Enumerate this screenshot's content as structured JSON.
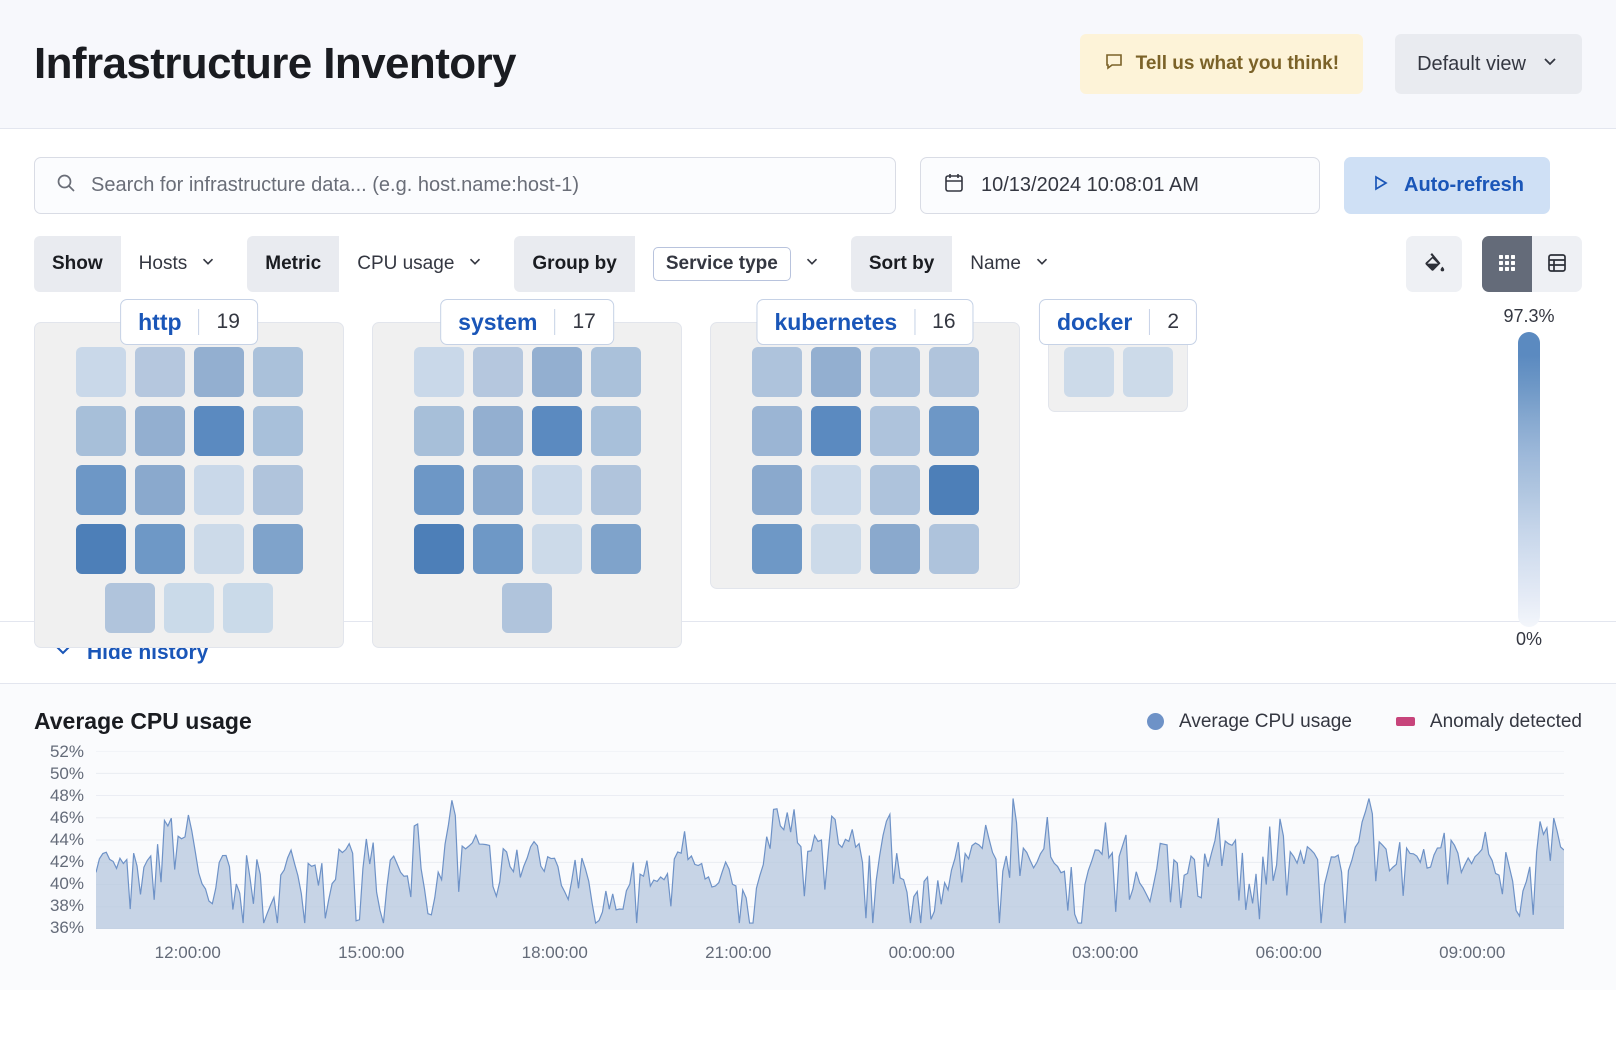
{
  "header": {
    "title": "Infrastructure Inventory",
    "feedback_label": "Tell us what you think!",
    "view_label": "Default view"
  },
  "search": {
    "placeholder": "Search for infrastructure data... (e.g. host.name:host-1)",
    "date_value": "10/13/2024 10:08:01 AM",
    "refresh_label": "Auto-refresh"
  },
  "filters": [
    {
      "label": "Show",
      "value": "Hosts",
      "boxed": false
    },
    {
      "label": "Metric",
      "value": "CPU usage",
      "boxed": false
    },
    {
      "label": "Group by",
      "value": "Service type",
      "boxed": true
    },
    {
      "label": "Sort by",
      "value": "Name",
      "boxed": false
    }
  ],
  "waffle": {
    "legend_max": "97.3%",
    "legend_min": "0%",
    "groups": [
      {
        "name": "http",
        "count": "19",
        "cells": [
          "#c9d8e9",
          "#b5c7de",
          "#93afd0",
          "#aac1da",
          "#a7bfd9",
          "#93afd0",
          "#5b8ac0",
          "#a8c0da",
          "#6d97c6",
          "#8aa9cd",
          "#c9d8e9",
          "#b0c4dc",
          "#4d7fb8",
          "#6e98c6",
          "#ccdae9",
          "#7fa3cb",
          "#b0c4dc",
          "#cadae9",
          "#cadae9"
        ]
      },
      {
        "name": "system",
        "count": "17",
        "cells": [
          "#c9d8e9",
          "#b5c7de",
          "#93afd0",
          "#aac1da",
          "#a7bfd9",
          "#93afd0",
          "#5b8ac0",
          "#a8c0da",
          "#6d97c6",
          "#8aa9cd",
          "#c9d8e9",
          "#b0c4dc",
          "#4d7fb8",
          "#6e98c6",
          "#ccdae9",
          "#7fa3cb",
          "#b0c4dc"
        ]
      },
      {
        "name": "kubernetes",
        "count": "16",
        "cells": [
          "#aec3dc",
          "#93afd0",
          "#aec3dc",
          "#b0c4dc",
          "#9bb5d4",
          "#5b8ac0",
          "#aec3dc",
          "#6d97c6",
          "#8aa9cd",
          "#c9d8e9",
          "#aec3dc",
          "#4d7fb8",
          "#6e98c6",
          "#ccdae9",
          "#8aa9cd",
          "#aec3dc"
        ]
      },
      {
        "name": "docker",
        "count": "2",
        "cells": [
          "#ccdae9",
          "#ccdae9"
        ]
      }
    ]
  },
  "history": {
    "toggle_label": "Hide history"
  },
  "chart_data": {
    "type": "area",
    "title": "Average CPU usage",
    "xlabel": "",
    "ylabel": "",
    "grid": true,
    "legend_position": "top-right",
    "legend": [
      {
        "name": "Average CPU usage",
        "color": "#6e92c7",
        "marker": "dot"
      },
      {
        "name": "Anomaly detected",
        "color": "#c7447b",
        "marker": "square"
      }
    ],
    "ytick_labels": [
      "52%",
      "50%",
      "48%",
      "46%",
      "44%",
      "42%",
      "40%",
      "38%",
      "36%"
    ],
    "ylim": [
      35,
      53
    ],
    "xtick_labels": [
      "12:00:00",
      "15:00:00",
      "18:00:00",
      "21:00:00",
      "00:00:00",
      "03:00:00",
      "06:00:00",
      "09:00:00"
    ],
    "line_color": "#6e92c7",
    "fill_color": "#b6c7de",
    "series_name": "Average CPU usage",
    "values": [
      41.5,
      42.3,
      41.4,
      42.4,
      41.8,
      41.6,
      46.4,
      45.0,
      44.5,
      41.1,
      36.5,
      43.2,
      40.1,
      38.8,
      42.3,
      36.8,
      40.2,
      43.1,
      38.4,
      42.0,
      36.4,
      41.3,
      43.2,
      40.5,
      41.7,
      36.3,
      42.5,
      40.3,
      43.0,
      36.4,
      39.6,
      47.5,
      42.7,
      44.9,
      43.1,
      43.8,
      41.6,
      41.0,
      44.3,
      41.3,
      42.6,
      37.4,
      43.2,
      38.9,
      36.2,
      36.6,
      37.5,
      39.8,
      40.2,
      39.9,
      41.4,
      43.4,
      42.3,
      40.9,
      38.7,
      41.3,
      39.1,
      36.8,
      40.1,
      44.6,
      44.8,
      43.6,
      43.2,
      44.1,
      42.8,
      43.4,
      44.6,
      41.4,
      38.9,
      47.2,
      41.2,
      38.6,
      39.2,
      42.1,
      36.1,
      43.6,
      42.3,
      43.9,
      43.4,
      40.1,
      47.8,
      42.5,
      41.2,
      43.3,
      40.2,
      41.9,
      39.6,
      42.6,
      43.5,
      41.8,
      44.2,
      40.2,
      37.5,
      44.5,
      42.3,
      40.8,
      43.1,
      41.2,
      45.3,
      43.8,
      42.6,
      36.4,
      43.7,
      47.0,
      42.4,
      41.3,
      44.0,
      39.0,
      42.6,
      40.0,
      43.6,
      47.6,
      43.5,
      41.0,
      44.3,
      42.0,
      40.5,
      43.2,
      44.9,
      41.3,
      42.4,
      43.8,
      40.3,
      42.9,
      36.0,
      41.6,
      44.2,
      46.1,
      43.1
    ]
  }
}
